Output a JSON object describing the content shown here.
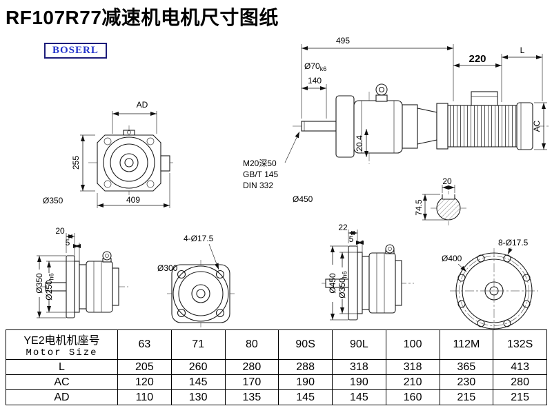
{
  "colors": {
    "title": "#000000",
    "logo_text": "#2233cc",
    "logo_border": "#1b1b7a",
    "line": "#1a1a1a"
  },
  "header": {
    "title": "RF107R77减速机电机尺寸图纸",
    "logo": "BOSERL"
  },
  "front_view": {
    "ad": "AD",
    "height": "255",
    "width": "409",
    "dia": "Ø350"
  },
  "side_view": {
    "total_len": "495",
    "shaft_len": "140",
    "shaft_dia": "Ø70",
    "shaft_dia_tol": "k6",
    "dim_220": "220",
    "motor_len": "L",
    "motor_height": "AC",
    "key_depth": "20.4",
    "note1": "M20深50",
    "note2": "GB/T 145",
    "note3": "DIN 332",
    "flange_dia": "Ø450"
  },
  "shaft_section": {
    "key_width": "20",
    "height": "74.5"
  },
  "flange_small": {
    "thickness": "20",
    "pilot_depth": "5",
    "od": "Ø350",
    "pilot_dia": "Ø250",
    "pilot_tol": "h6"
  },
  "square_flange": {
    "holes": "4-Ø17.5",
    "dia": "Ø300"
  },
  "flange_large": {
    "thickness": "22",
    "pilot_depth": "5",
    "od": "Ø450",
    "pilot_dia": "Ø350",
    "pilot_tol": "h6"
  },
  "round_flange": {
    "dia": "Ø400",
    "holes": "8-Ø17.5"
  },
  "table": {
    "header": {
      "line1": "YE2电机机座号",
      "line2": "Motor Size"
    },
    "columns": [
      "63",
      "71",
      "80",
      "90S",
      "90L",
      "100",
      "112M",
      "132S"
    ],
    "rows": [
      {
        "label": "L",
        "values": [
          "205",
          "260",
          "280",
          "288",
          "318",
          "318",
          "365",
          "413"
        ]
      },
      {
        "label": "AC",
        "values": [
          "120",
          "145",
          "170",
          "190",
          "190",
          "210",
          "230",
          "280"
        ]
      },
      {
        "label": "AD",
        "values": [
          "110",
          "130",
          "135",
          "145",
          "145",
          "160",
          "215",
          "215"
        ]
      }
    ]
  }
}
